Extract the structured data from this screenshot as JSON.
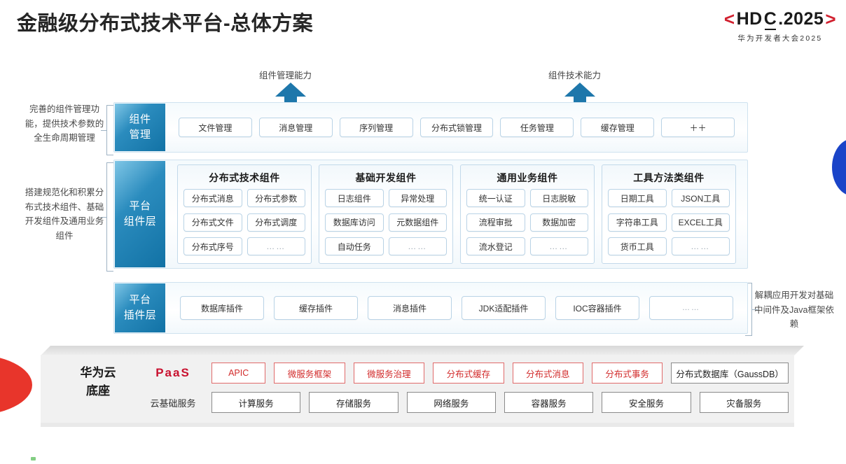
{
  "header": {
    "title": "金融级分布式技术平台-总体方案",
    "logo": {
      "bracket_left": "<",
      "bracket_right": ">",
      "text_before": "HD",
      "text_c": "C",
      "text_after": ".2025",
      "subtitle": "华为开发者大会2025",
      "accent_color": "#d1202f"
    }
  },
  "top_captions": {
    "left": "组件管理能力",
    "right": "组件技术能力"
  },
  "side_notes": {
    "left_top": "完善的组件管理功能，提供技术参数的全生命周期管理",
    "left_bottom": "搭建规范化和积累分布式技术组件、基础开发组件及通用业务组件",
    "right": "解耦应用开发对基础中间件及Java框架依赖"
  },
  "layers": {
    "component_management": {
      "label": "组件\n管理",
      "label_line1": "组件",
      "label_line2": "管理",
      "items": [
        "文件管理",
        "消息管理",
        "序列管理",
        "分布式锁管理",
        "任务管理",
        "缓存管理",
        "＋＋"
      ]
    },
    "platform_component": {
      "label_line1": "平台",
      "label_line2": "组件层",
      "groups": [
        {
          "title": "分布式技术组件",
          "items": [
            "分布式消息",
            "分布式参数",
            "分布式文件",
            "分布式调度",
            "分布式序号",
            "……"
          ]
        },
        {
          "title": "基础开发组件",
          "items": [
            "日志组件",
            "异常处理",
            "数据库访问",
            "元数据组件",
            "自动任务",
            "……"
          ]
        },
        {
          "title": "通用业务组件",
          "items": [
            "统一认证",
            "日志脱敏",
            "流程审批",
            "数据加密",
            "流水登记",
            "……"
          ]
        },
        {
          "title": "工具方法类组件",
          "items": [
            "日期工具",
            "JSON工具",
            "字符串工具",
            "EXCEL工具",
            "货币工具",
            "……"
          ]
        }
      ]
    },
    "platform_plugin": {
      "label_line1": "平台",
      "label_line2": "插件层",
      "items": [
        "数据库插件",
        "缓存插件",
        "消息插件",
        "JDK适配插件",
        "IOC容器插件",
        "……"
      ]
    }
  },
  "foundation": {
    "title_line1": "华为云",
    "title_line2": "底座",
    "paas_label": "PaaS",
    "cloud_label": "云基础服务",
    "paas_items": [
      {
        "label": "APIC",
        "style": "red",
        "flex": 1
      },
      {
        "label": "微服务框架",
        "style": "red",
        "flex": 1.32
      },
      {
        "label": "微服务治理",
        "style": "red",
        "flex": 1.32
      },
      {
        "label": "分布式缓存",
        "style": "red",
        "flex": 1.32
      },
      {
        "label": "分布式消息",
        "style": "red",
        "flex": 1.32
      },
      {
        "label": "分布式事务",
        "style": "red",
        "flex": 1.32
      },
      {
        "label": "分布式数据库（GaussDB）",
        "style": "gray",
        "flex": 2.2
      }
    ],
    "cloud_items": [
      {
        "label": "计算服务",
        "style": "gray"
      },
      {
        "label": "存储服务",
        "style": "gray"
      },
      {
        "label": "网络服务",
        "style": "gray"
      },
      {
        "label": "容器服务",
        "style": "gray"
      },
      {
        "label": "安全服务",
        "style": "gray"
      },
      {
        "label": "灾备服务",
        "style": "gray"
      }
    ]
  },
  "colors": {
    "layer_blue": "#1272a5",
    "chip_border": "#b9d3e6",
    "accent_red": "#d22b2b",
    "wedge_red": "#e8352b",
    "lens_blue": "#1a44c8"
  }
}
